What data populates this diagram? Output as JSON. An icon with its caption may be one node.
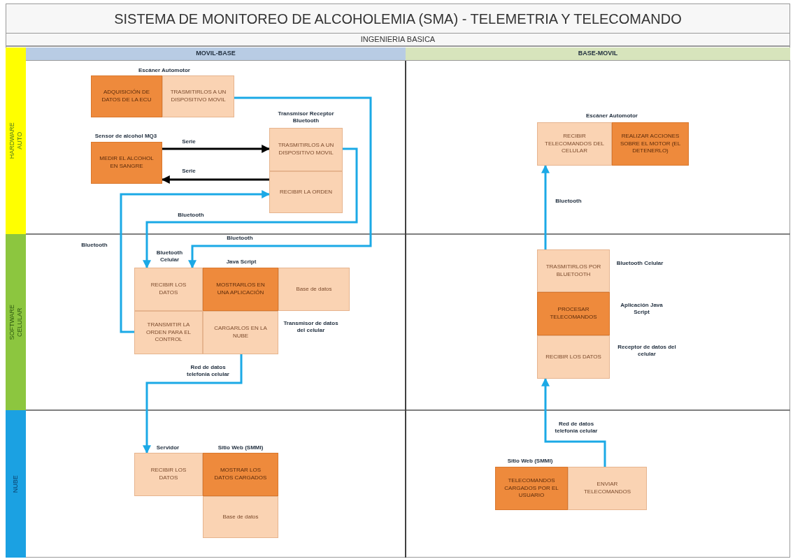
{
  "diagram": {
    "title": "SISTEMA DE MONITOREO DE ALCOHOLEMIA (SMA) - TELEMETRIA Y TELECOMANDO",
    "nodes": [
      {
        "text": [
          "HARDWARE AUTO"
        ]
      },
      {
        "text": [
          "SOFTWARE CELULAR"
        ]
      },
      {
        "text": [
          "NUBE"
        ]
      },
      {
        "text": [
          "MOVIL-BASE"
        ]
      },
      {
        "text": [
          "BASE-MOVIL"
        ]
      },
      {
        "text": [
          "ADQUISICIÓN DE DATOS DE LA ECU"
        ],
        "beside": [
          "Escáner Automotor"
        ]
      },
      {
        "text": [
          "TRASMITIRLOS A UN DISPOSITIVO MOVIL"
        ]
      },
      {
        "text": [
          "MEDIR EL ALCOHOL EN SANGRE"
        ],
        "beside": [
          "Sensor de alcohol MQ3"
        ]
      },
      {
        "text": [
          "TRASMITIRLOS A UN DISPOSITIVO MOVIL"
        ],
        "beside": [
          "Transmisor Receptor Bluetooth"
        ]
      },
      {
        "text": [
          "RECIBIR LA ORDEN"
        ]
      },
      {
        "text": [
          "RECIBIR LOS DATOS"
        ],
        "beside": [
          "Bluetooth Celular"
        ]
      },
      {
        "text": [
          "MOSTRARLOS EN UNA APLICACIÓN"
        ],
        "beside": [
          "Java Script"
        ]
      },
      {
        "text": [
          "Base de datos"
        ]
      },
      {
        "text": [
          "TRANSMITIR LA ORDEN PARA EL CONTROL"
        ]
      },
      {
        "text": [
          "CARGARLOS EN LA NUBE"
        ],
        "beside": [
          "Transmisor de datos del celular"
        ]
      },
      {
        "text": [
          "RECIBIR LOS DATOS"
        ],
        "beside": [
          "Servidor"
        ]
      },
      {
        "text": [
          "MOSTRAR LOS DATOS CARGADOS"
        ],
        "beside": [
          "Sitio Web (SMMI)"
        ]
      },
      {
        "text": [
          "Base de datos"
        ]
      },
      {
        "text": [
          "RECIBIR TELECOMANDOS DEL CELULAR"
        ],
        "beside": [
          "Escáner Automotor"
        ]
      },
      {
        "text": [
          "REALIZAR ACCIONES SOBRE EL MOTOR (EL DETENERLO)"
        ]
      },
      {
        "text": [
          "TRASMITIRLOS POR BLUETOOTH"
        ],
        "beside": [
          "Bluetooth Celular"
        ]
      },
      {
        "text": [
          "PROCESAR TELECOMANDOS"
        ],
        "beside": [
          "Aplicación Java Script"
        ]
      },
      {
        "text": [
          "RECIBIR LOS DATOS"
        ],
        "beside": [
          "Receptor de datos del celular"
        ]
      },
      {
        "text": [
          "TELECOMANDOS CARGADOS POR EL USUARIO"
        ],
        "beside": [
          "Sitio Web (SMMI)"
        ]
      },
      {
        "text": [
          "ENVIAR TELECOMANDOS"
        ]
      }
    ],
    "edges": [
      {
        "from": 7,
        "to": 8,
        "arrow": "to",
        "label": "Serie",
        "color": "#000000"
      },
      {
        "from": 9,
        "to": 7,
        "arrow": "to",
        "label": "Serie",
        "color": "#000000"
      },
      {
        "from": 6,
        "to": 10,
        "arrow": "to",
        "label": "Bluetooth"
      },
      {
        "from": 8,
        "to": 10,
        "arrow": "to",
        "label": "Bluetooth"
      },
      {
        "from": 13,
        "to": 9,
        "arrow": "to",
        "label": "Bluetooth"
      },
      {
        "from": 14,
        "to": 15,
        "arrow": "to",
        "label": "Red de datos telefonia celular"
      },
      {
        "from": 24,
        "to": 22,
        "arrow": "to",
        "label": "Red de datos telefonia celular"
      },
      {
        "from": 20,
        "to": 18,
        "arrow": "to",
        "label": "Bluetooth"
      }
    ],
    "labels": [
      "INGENIERIA BASICA"
    ]
  }
}
